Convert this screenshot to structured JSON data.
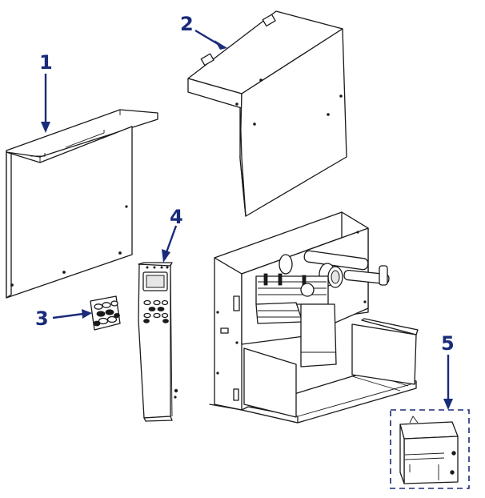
{
  "diagram": {
    "callouts": [
      {
        "id": "1",
        "label": "1"
      },
      {
        "id": "2",
        "label": "2"
      },
      {
        "id": "3",
        "label": "3"
      },
      {
        "id": "4",
        "label": "4"
      },
      {
        "id": "5",
        "label": "5"
      }
    ],
    "colors": {
      "callout": "#1a2b7a",
      "line": "#1a1a1a",
      "background": "#ffffff"
    }
  }
}
